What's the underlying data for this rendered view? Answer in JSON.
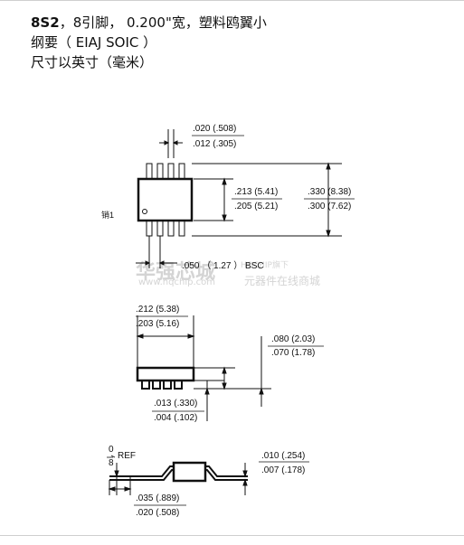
{
  "header": {
    "code": "8S2",
    "line1_rest": "，8引脚，  0.200\"宽，塑料鸥翼小",
    "line2": "纲要（  EIAJ SOIC ）",
    "line3": "尺寸以英寸（毫米）"
  },
  "top_view": {
    "lead_width": [
      ".020 (.508)",
      ".012 (.305)"
    ],
    "body_width": [
      ".213 (5.41)",
      ".205 (5.21)"
    ],
    "overall_width": [
      ".330 (8.38)",
      ".300 (7.62)"
    ],
    "pin1_label": "销1",
    "pitch": ".050  （  1.27  ）  BSC"
  },
  "side_view": {
    "body_length": [
      ".212 (5.38)",
      ".203 (5.16)"
    ],
    "height": [
      ".080 (2.03)",
      ".070 (1.78)"
    ],
    "standoff": [
      ".013 (.330)",
      ".004 (.102)"
    ]
  },
  "end_view": {
    "angle": [
      "0",
      "8"
    ],
    "angle_ref": "REF",
    "thickness": [
      ".010 (.254)",
      ".007 (.178)"
    ],
    "foot_length": [
      ".035 (.889)",
      ".020 (.508)"
    ]
  },
  "watermark": {
    "brand": "华强芯城",
    "url": "www.hqchip.com",
    "tagline_top": "HQCHIP旗下",
    "tagline": "元器件在线商城"
  }
}
